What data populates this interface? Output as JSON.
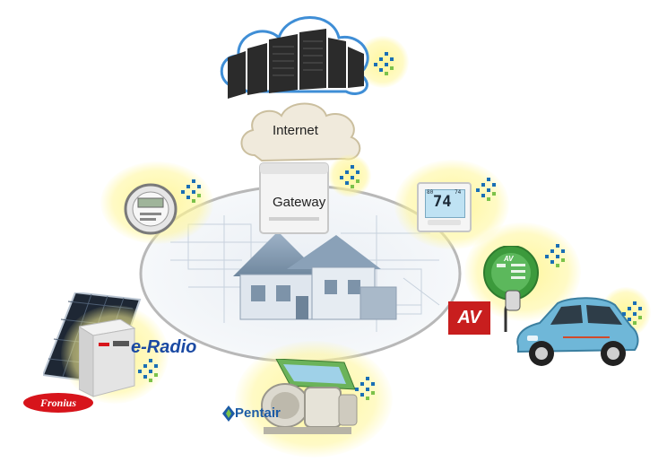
{
  "labels": {
    "internet": "Internet",
    "gateway": "Gateway"
  },
  "brands": {
    "fronius": "Fronius",
    "eradio": "e-Radio",
    "pentair": "Pentair",
    "av": "AV",
    "av_station": "AV"
  },
  "devices": {
    "thermostat_reading": "74",
    "thermostat_small_left": "80",
    "thermostat_small_right": "74"
  },
  "colors": {
    "glow": "#fff696",
    "wave_blue": "#1a6fb5",
    "wave_green": "#7cc24a",
    "car_blue": "#6fb7d8",
    "ev_station_green": "#3c9a3c",
    "fronius_red": "#d7141b",
    "av_red": "#c81e1e"
  },
  "icons": [
    "cloud-server-icon",
    "internet-cloud-icon",
    "gateway-router-icon",
    "smart-meter-icon",
    "thermostat-icon",
    "ev-charger-icon",
    "electric-car-icon",
    "solar-panel-icon",
    "solar-inverter-icon",
    "pool-pump-icon",
    "house-blueprint-icon",
    "wireless-signal-icon"
  ]
}
